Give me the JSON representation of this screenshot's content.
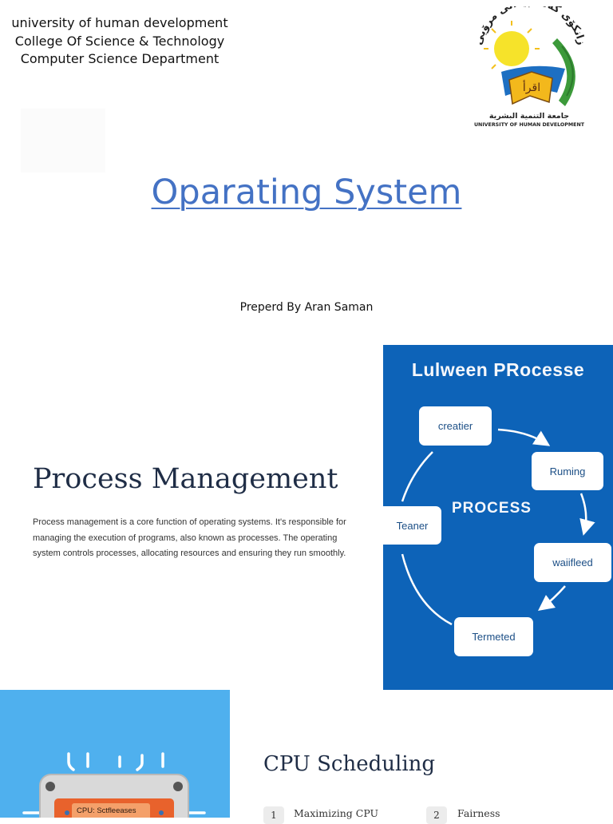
{
  "header": {
    "line1": "university of human development",
    "line2": "College Of Science & Technology",
    "line3": "Computer Science Department",
    "logo_text_top": "زانكۆی گەشەپێدانی مرۆیی",
    "logo_text_arabic": "جامعة التنمية البشرية",
    "logo_text_english": "UNIVERSITY OF HUMAN DEVELOPMENT",
    "logo_book_text": "اقرأ"
  },
  "title": "Oparating System",
  "preparer": "Preperd  By Aran Saman",
  "process_section": {
    "heading": "Process Management",
    "body": "Process management is a core function of operating systems. It's responsible for managing the execution of programs, also known as processes. The operating system controls processes, allocating resources and ensuring they run smoothly."
  },
  "diagram": {
    "title": "Lulween PRocesse",
    "center": "PROCESS",
    "nodes": [
      "creatier",
      "Ruming",
      "waiifleed",
      "Termeted",
      "Teaner"
    ],
    "bg_color": "#0d63b8"
  },
  "cpu": {
    "chip_label": "CPU: Sctfleeases"
  },
  "scheduling": {
    "heading": "CPU Scheduling",
    "items": [
      {
        "num": "1",
        "label": "Maximizing CPU"
      },
      {
        "num": "2",
        "label": "Fairness"
      }
    ]
  }
}
